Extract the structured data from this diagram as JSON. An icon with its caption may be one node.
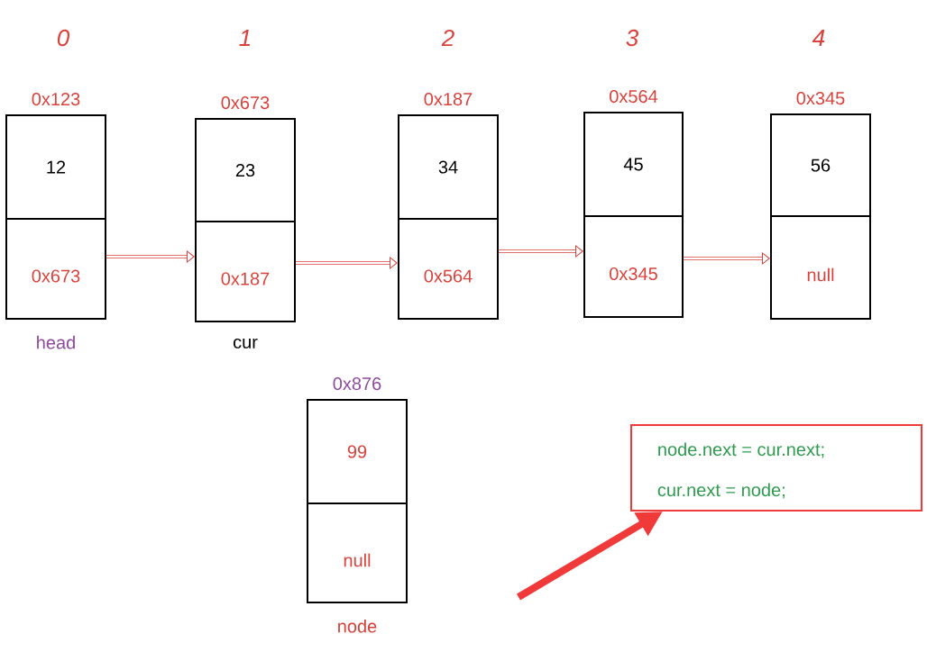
{
  "diagram": {
    "nodes": [
      {
        "text": [
          "0x123",
          "12",
          "0x673"
        ],
        "beside": [
          "head"
        ]
      },
      {
        "text": [
          "0x673",
          "23",
          "0x187"
        ],
        "beside": [
          "cur"
        ]
      },
      {
        "text": [
          "0x187",
          "34",
          "0x564"
        ]
      },
      {
        "text": [
          "0x564",
          "45",
          "0x345"
        ]
      },
      {
        "text": [
          "0x345",
          "56",
          "null"
        ]
      },
      {
        "text": [
          "0x876",
          "99",
          "null"
        ],
        "beside": [
          "node"
        ]
      },
      {
        "text": [
          "node.next = cur.next;",
          "cur.next = node;"
        ]
      }
    ],
    "edges": [
      {
        "from": 0,
        "to": 1,
        "arrow": "to"
      },
      {
        "from": 1,
        "to": 2,
        "arrow": "to"
      },
      {
        "from": 2,
        "to": 3,
        "arrow": "to"
      },
      {
        "from": 3,
        "to": 4,
        "arrow": "to"
      },
      {
        "from": null,
        "to": 6,
        "arrow": "to",
        "style": "thick"
      }
    ],
    "labels": [
      "0",
      "1",
      "2",
      "3",
      "4"
    ]
  }
}
